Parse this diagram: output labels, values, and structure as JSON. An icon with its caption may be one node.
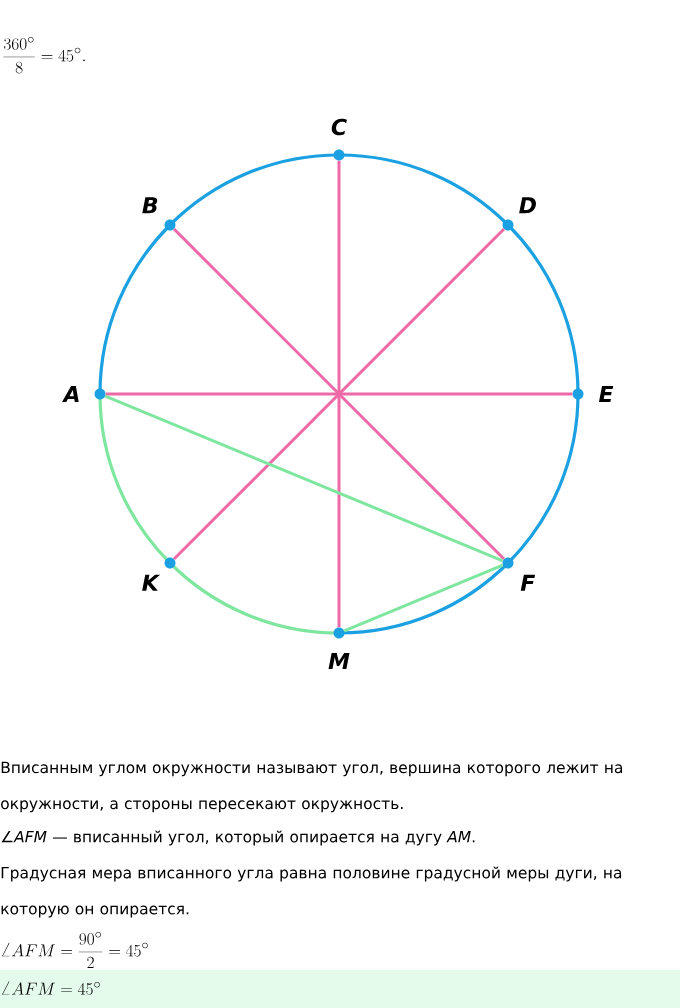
{
  "diagram": {
    "nodes": [
      {
        "text": [],
        "shape": "circle",
        "beside": [
          "C"
        ]
      },
      {
        "text": [],
        "shape": "circle",
        "beside": [
          "B"
        ]
      },
      {
        "text": [],
        "shape": "circle",
        "beside": [
          "D"
        ]
      },
      {
        "text": [],
        "shape": "circle",
        "beside": [
          "A"
        ]
      },
      {
        "text": [],
        "shape": "circle",
        "beside": [
          "E"
        ]
      },
      {
        "text": [],
        "shape": "circle",
        "beside": [
          "K"
        ]
      },
      {
        "text": [],
        "shape": "circle",
        "beside": [
          "F"
        ]
      },
      {
        "text": [],
        "shape": "circle",
        "beside": [
          "M"
        ]
      }
    ],
    "edges": [
      {
        "from": 3,
        "to": 4,
        "arrow": "none"
      },
      {
        "from": 1,
        "to": 6,
        "arrow": "none"
      },
      {
        "from": 0,
        "to": 7,
        "arrow": "none"
      },
      {
        "from": 2,
        "to": 5,
        "arrow": "none"
      },
      {
        "from": 3,
        "to": 6,
        "arrow": "none",
        "color": "#7fe6a0"
      },
      {
        "from": 6,
        "to": 7,
        "arrow": "none",
        "color": "#7fe6a0"
      }
    ],
    "labels": [
      "\\frac{360^\\circ}{8}=45^\\circ.",
      "Вписанным углом окружности называют угол, вершина которого лежит на окружности, а стороны пересекают окружность.",
      "∠*AFM* — вписанный угол, который опирается на дугу *AM*.",
      "Градусная мера вписанного угла равна половине градусной меры дуги, на которую он опирается.",
      "\\angle AFM=\\frac{90^\\circ}{2}=45^\\circ",
      "\\angle AFM=45^\\circ"
    ]
  }
}
